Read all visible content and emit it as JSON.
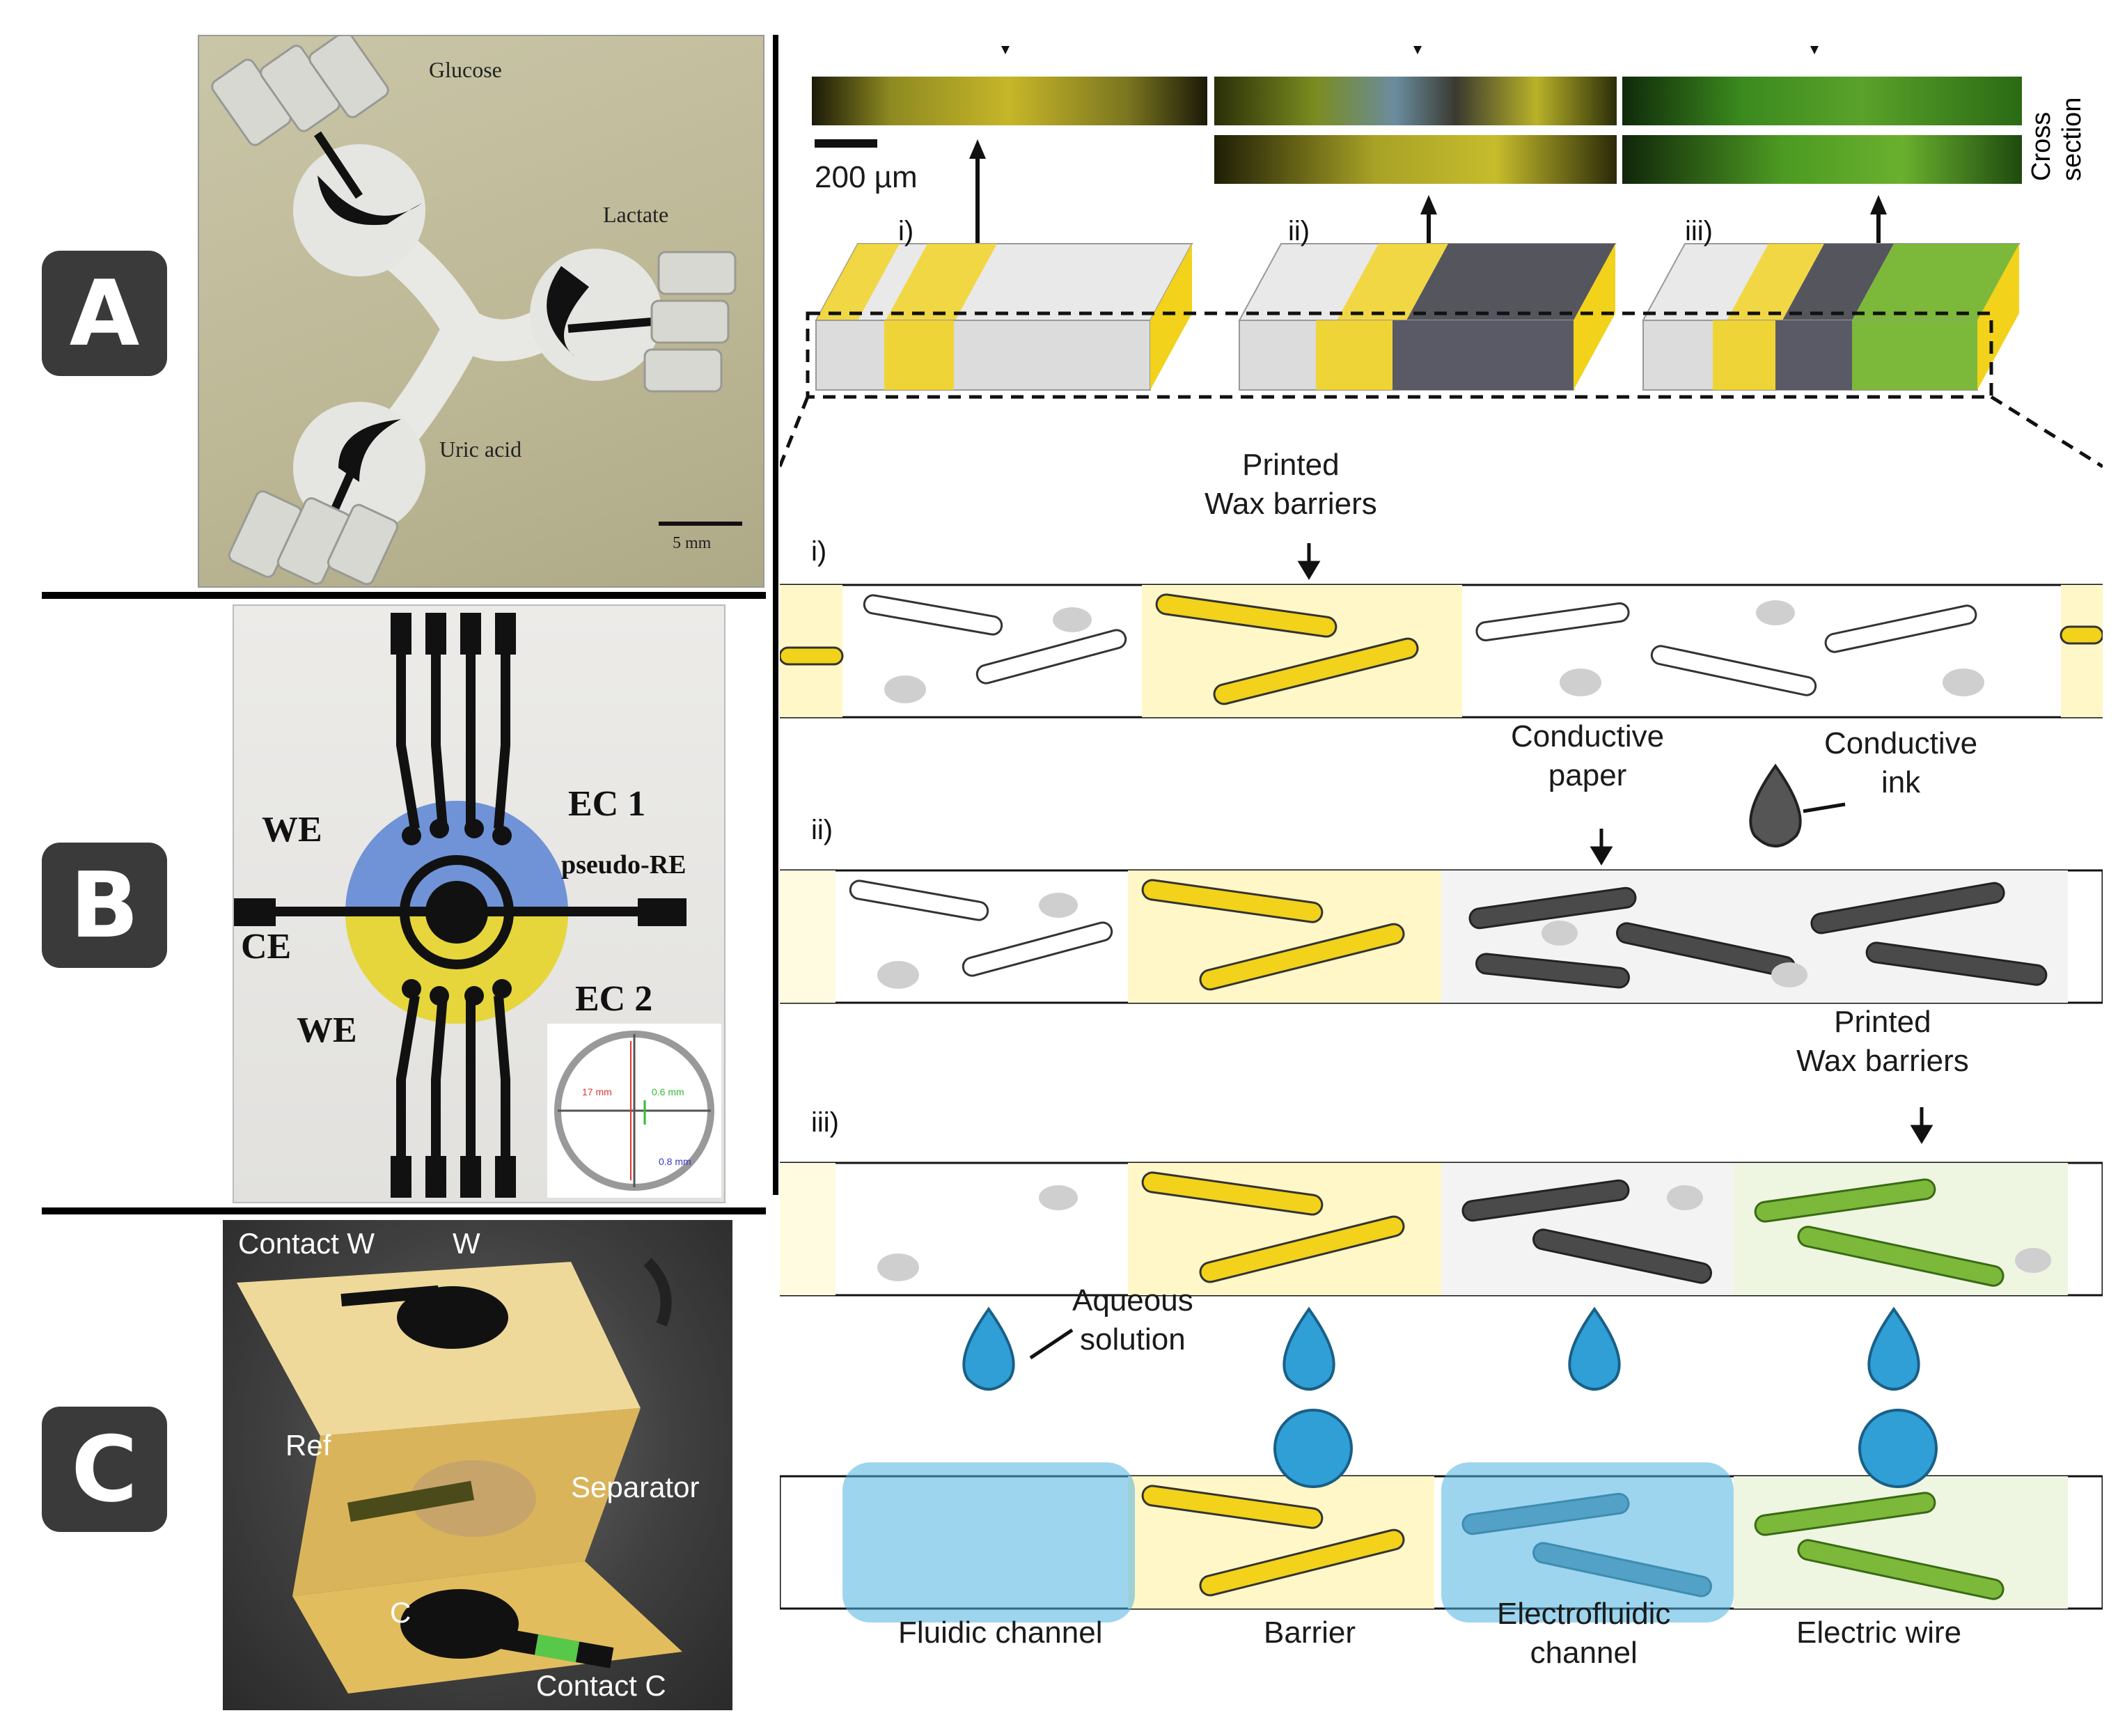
{
  "panel_labels": [
    "A",
    "B",
    "C"
  ],
  "panel_a": {
    "glucose": "Glucose",
    "lactate": "Lactate",
    "uric_acid": "Uric acid",
    "scale": "5 mm"
  },
  "panel_b": {
    "we_top": "WE",
    "ec1": "EC 1",
    "pseudo_re": "pseudo-RE",
    "ce": "CE",
    "we_bottom": "WE",
    "ec2": "EC 2",
    "inset_17": "17 mm",
    "inset_06": "0.6 mm",
    "inset_08": "0.8 mm"
  },
  "panel_c": {
    "contact_w": "Contact W",
    "w": "W",
    "ref": "Ref",
    "separator": "Separator",
    "c": "C",
    "contact_c": "Contact C"
  },
  "right": {
    "cross_section": "Cross section",
    "scale_bar": "200 µm",
    "top_roman": [
      "i)",
      "ii)",
      "iii)"
    ],
    "printed_wax_1": "Printed\nWax barriers",
    "conductive_paper": "Conductive\npaper",
    "conductive_ink": "Conductive\nink",
    "printed_wax_2": "Printed\nWax barriers",
    "aqueous": "Aqueous\nsolution",
    "row_roman": [
      "i)",
      "ii)",
      "iii)"
    ],
    "bottom_labels": [
      "Fluidic channel",
      "Barrier",
      "Electrofluidic\nchannel",
      "Electric wire"
    ]
  },
  "colors": {
    "wax_yellow": "#f2d21a",
    "conductive_gray": "#4a4a4a",
    "wire_green": "#7cb83a",
    "water_blue": "#4fb3e0",
    "badge": "#3a3a3a"
  }
}
